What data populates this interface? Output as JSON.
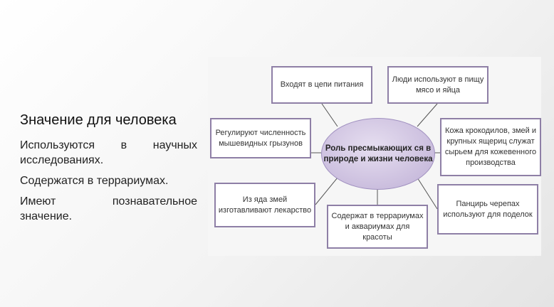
{
  "slide": {
    "title": "Значение для человека",
    "paragraphs": [
      "Используются в научных исследованиях.",
      "Содержатся в террариумах.",
      "Имеют познавательное значение."
    ]
  },
  "diagram": {
    "center": "Роль пресмыкающих ся в природе и жизни человека",
    "boxes": [
      "Входят в цепи питания",
      "Люди используют в пищу мясо и яйца",
      "Регулируют численность мышевидных грызунов",
      "Кожа крокодилов, змей и крупных ящериц служат сырьем для кожевенного производства",
      "Из яда змей изготавливают лекарство",
      "Содержат в террариумах и аквариумах для красоты",
      "Панцирь черепах используют для поделок"
    ]
  }
}
